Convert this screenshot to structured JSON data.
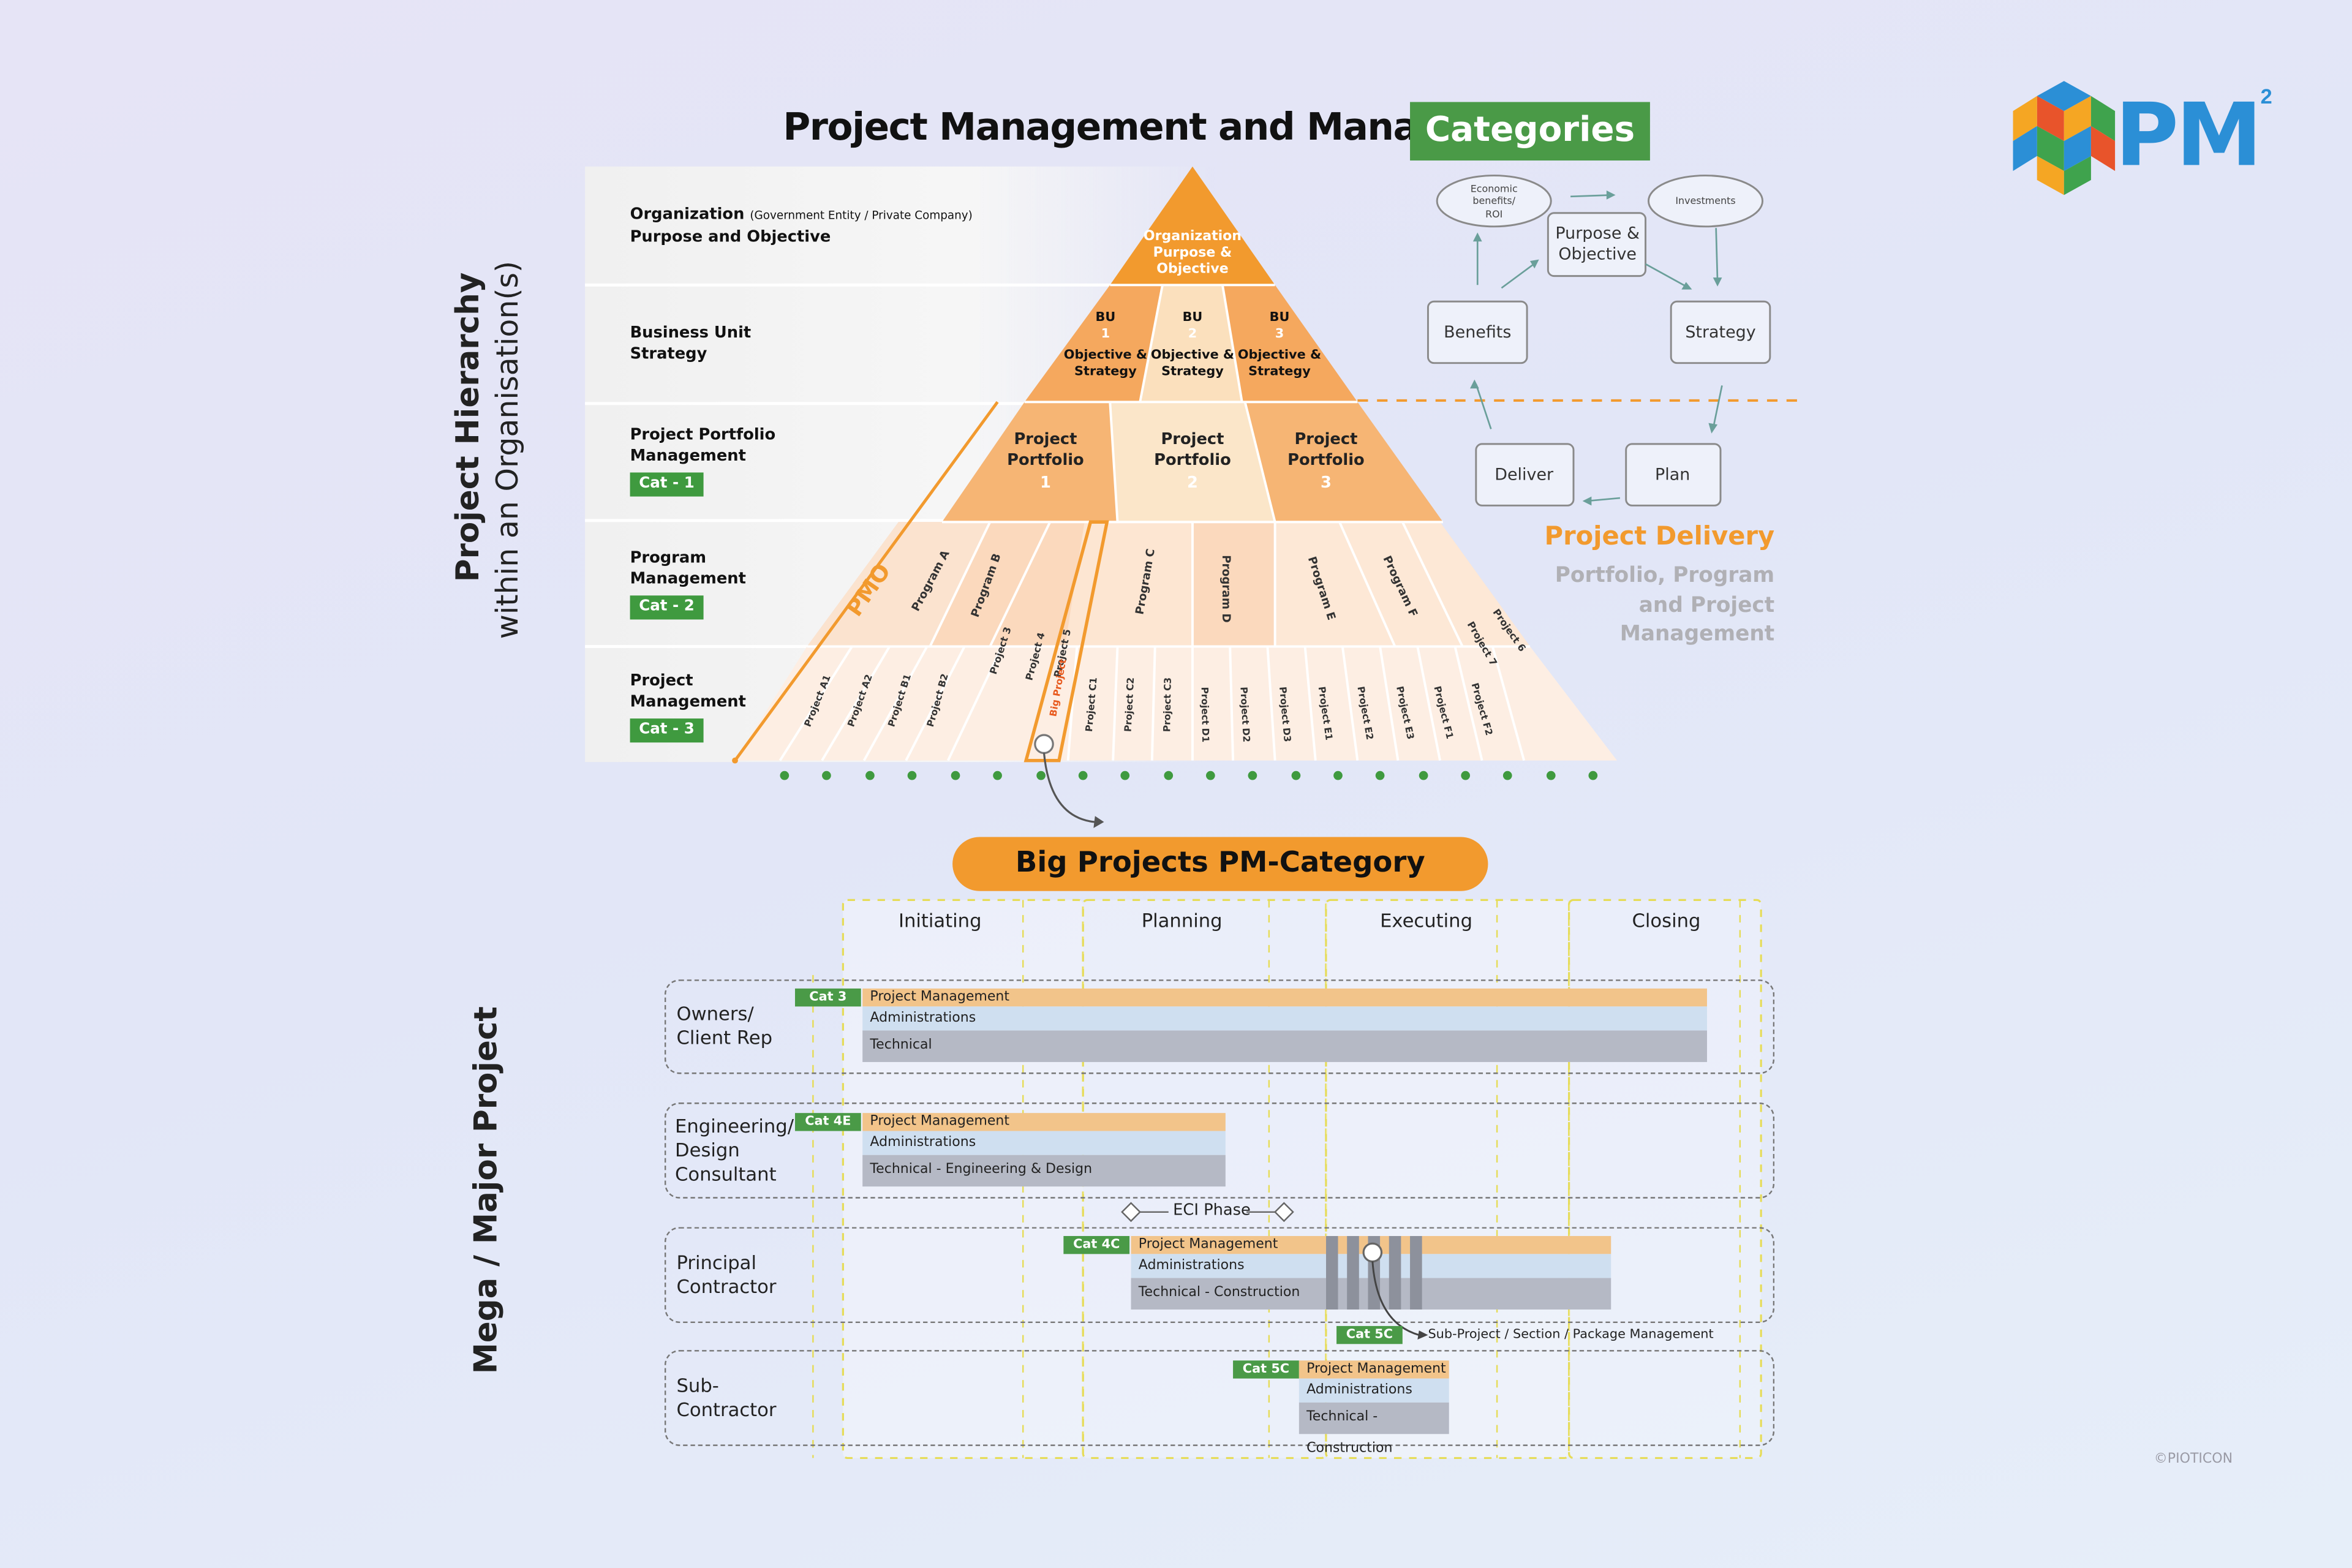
{
  "header": {
    "title": "Project Management and Manager",
    "categories_badge": "Categories"
  },
  "logo": {
    "text": "PM",
    "superscript": "2",
    "icon": "cube-icon"
  },
  "hierarchy_axis": {
    "line1": "Project Hierarchy",
    "line2": "within an Organisation(s)"
  },
  "levels": {
    "org": {
      "label": "Organization",
      "small": "(Government Entity / Private Company)",
      "label2": "Purpose and Objective"
    },
    "bu": {
      "label": "Business Unit",
      "label2": "Strategy"
    },
    "ppm": {
      "label": "Project Portfolio",
      "label2": "Management",
      "badge": "Cat - 1"
    },
    "prog": {
      "label": "Program",
      "label2": "Management",
      "badge": "Cat - 2"
    },
    "proj": {
      "label": "Project",
      "label2": "Management",
      "badge": "Cat - 3"
    }
  },
  "pyramid": {
    "apex": [
      "Organization",
      "Purpose &",
      "Objective"
    ],
    "bu": [
      {
        "l1": "BU",
        "l2": "1",
        "l3": "Objective &",
        "l4": "Strategy"
      },
      {
        "l1": "BU",
        "l2": "2",
        "l3": "Objective &",
        "l4": "Strategy"
      },
      {
        "l1": "BU",
        "l2": "3",
        "l3": "Objective &",
        "l4": "Strategy"
      }
    ],
    "portfolios": [
      {
        "l1": "Project",
        "l2": "Portfolio",
        "l3": "1"
      },
      {
        "l1": "Project",
        "l2": "Portfolio",
        "l3": "2"
      },
      {
        "l1": "Project",
        "l2": "Portfolio",
        "l3": "3"
      }
    ],
    "programs": [
      "Program A",
      "Program B",
      "Program C",
      "Program D",
      "Program E",
      "Program F"
    ],
    "side_projects": [
      "Project 3",
      "Project 4",
      "Project 5",
      "Project 6",
      "Project 7"
    ],
    "projects": [
      "Project A1",
      "Project A2",
      "Project B1",
      "Project B2",
      "Big Project",
      "Project C1",
      "Project C2",
      "Project C3",
      "Project D1",
      "Project D2",
      "Project D3",
      "Project E1",
      "Project E2",
      "Project E3",
      "Project F1",
      "Project F2"
    ],
    "pmo": "PMO"
  },
  "cycle": {
    "purpose": [
      "Purpose &",
      "Objective"
    ],
    "strategy": "Strategy",
    "benefits": "Benefits",
    "plan": "Plan",
    "deliver": "Deliver",
    "economic": [
      "Economic",
      "benefits/",
      "ROI"
    ],
    "investments": "Investments"
  },
  "delivery": {
    "title": "Project Delivery",
    "sub": [
      "Portfolio, Program",
      "and Project",
      "Management"
    ]
  },
  "big_projects": {
    "title": "Big Projects PM-Category"
  },
  "phases": [
    "Initiating",
    "Planning",
    "Executing",
    "Closing"
  ],
  "mega_axis": "Mega / Major Project",
  "groups": {
    "owners": {
      "name": [
        "Owners/",
        "Client Rep"
      ],
      "tag": "Cat 3",
      "pm": "Project Management",
      "adm": "Administrations",
      "tech": "Technical"
    },
    "eng": {
      "name": [
        "Engineering/",
        "Design",
        "Consultant"
      ],
      "tag": "Cat 4E",
      "pm": "Project Management",
      "adm": "Administrations",
      "tech": "Technical - Engineering & Design"
    },
    "eci": "ECI Phase",
    "pc": {
      "name": [
        "Principal",
        "Contractor"
      ],
      "tag": "Cat 4C",
      "pm": "Project Management",
      "adm": "Administrations",
      "tech": "Technical - Construction"
    },
    "sub_tag": "Cat 5C",
    "sub_note": "Sub-Project / Section / Package Management",
    "sub": {
      "name": [
        "Sub-",
        "Contractor"
      ],
      "tag": "Cat 5C",
      "pm": "Project Management",
      "adm": "Administrations",
      "tech": "Technical - Construction"
    }
  },
  "copyright": "©PIOTICON",
  "colors": {
    "orange": "#f29a2e",
    "green": "#4a9a47",
    "blue": "#2b8fd6"
  }
}
